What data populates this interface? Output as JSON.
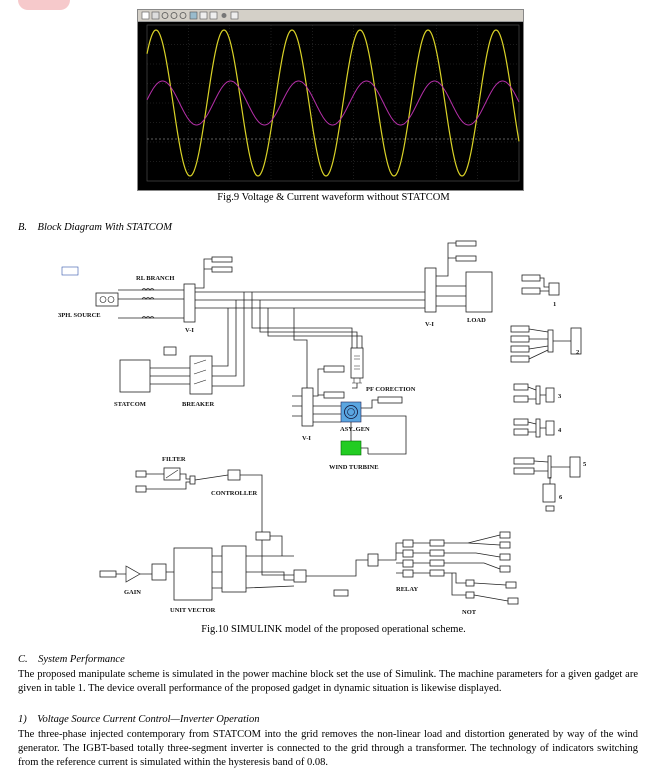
{
  "fig9": {
    "caption": "Fig.9 Voltage & Current waveform without STATCOM",
    "colors": {
      "bg": "#000000",
      "voltage": "#d9d227",
      "current": "#b52fa8",
      "grid": "#3a3a3a",
      "toolbar": "#d4d0c8"
    }
  },
  "section_b": {
    "heading": "B. Block Diagram With STATCOM"
  },
  "fig10": {
    "caption": "Fig.10 SIMULINK model of the proposed operational scheme.",
    "labels": {
      "rl_branch": "RL BRANCH",
      "source": "3PH. SOURCE",
      "vi_1": "V-I",
      "vi_2": "V-I",
      "vi_3": "V-I",
      "load": "LOAD",
      "statcom": "STATCOM",
      "breaker": "BREAKER",
      "pf": "PF CORECTION",
      "asy_gen": "ASY..GEN",
      "wind": "WIND TURBINE",
      "filter": "FILTER",
      "controller": "CONTROLLER",
      "gain": "GAIN",
      "unit_vector": "UNIT VECTOR",
      "relay": "RELAY",
      "not": "NOT",
      "scope_1": "1",
      "scope_2": "2",
      "scope_3": "3",
      "scope_4": "4",
      "scope_5": "5",
      "scope_6": "6"
    }
  },
  "section_c": {
    "heading": "C. System Performance",
    "text": "The proposed manipulate scheme is simulated in the power machine block set the use of Simulink. The machine parameters for a given gadget are given in table 1. The device overall performance of the proposed gadget in dynamic situation is likewise displayed."
  },
  "section_c1": {
    "heading": "1) Voltage Source Current Control—Inverter Operation",
    "text": "The three-phase injected contemporary from STATCOM into the grid removes the non-linear load and distortion generated by way of the wind generator. The IGBT-based totally three-segment inverter is connected to the grid  through a transformer. The technology of indicators switching from the reference current is simulated within the hysteresis band of 0.08."
  }
}
